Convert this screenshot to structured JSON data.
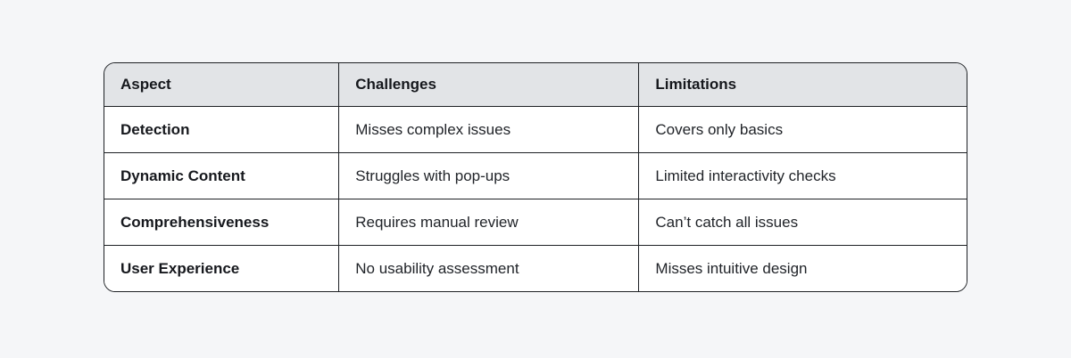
{
  "table": {
    "columns": [
      {
        "label": "Aspect"
      },
      {
        "label": "Challenges"
      },
      {
        "label": "Limitations"
      }
    ],
    "rows": [
      {
        "aspect": "Detection",
        "challenges": "Misses complex issues",
        "limitations": "Covers only basics"
      },
      {
        "aspect": "Dynamic Content",
        "challenges": "Struggles with pop-ups",
        "limitations": "Limited interactivity checks"
      },
      {
        "aspect": "Comprehensiveness",
        "challenges": "Requires manual review",
        "limitations": "Can’t catch all issues"
      },
      {
        "aspect": "User Experience",
        "challenges": "No usability assessment",
        "limitations": "Misses intuitive design"
      }
    ]
  },
  "colors": {
    "page_background": "#f5f6f8",
    "header_background": "#e2e4e7",
    "cell_background": "#ffffff",
    "border": "#1d2024",
    "text": "#16181d"
  }
}
